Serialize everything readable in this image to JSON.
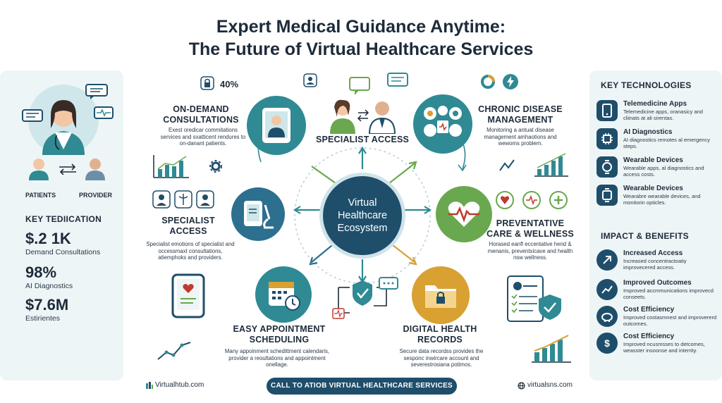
{
  "title": {
    "line1": "Expert Medical Guidance Anytime:",
    "line2": "The Future of Virtual Healthcare Services"
  },
  "left": {
    "patients_label": "PATIENTS",
    "provider_label": "PROVIDER",
    "key_heading": "KEY TEDIICATION",
    "stats": [
      {
        "value": "$.2 1K",
        "label": "Demand Consultations"
      },
      {
        "value": "98%",
        "label": "AI Diagnostics"
      },
      {
        "value": "$7.6M",
        "label": "Estirientes"
      }
    ]
  },
  "hub": {
    "label": "Virtual Healthcare Ecosystem"
  },
  "top_badge": {
    "percent": "40%"
  },
  "sections": {
    "on_demand": {
      "title": "ON-DEMAND CONSULTATIONS",
      "desc": "Exest oredicar commitations services and sxatticent rendures to on-danant patients."
    },
    "specialist_top": {
      "title": "SPECIALIST ACCESS"
    },
    "chronic": {
      "title": "CHRONIC DISEASE MANAGEMENT",
      "desc": "Monitoring a antuat disease management amhaotions and wewoms problem."
    },
    "specialist_left": {
      "title": "SPECIALIST ACCESS",
      "desc": "Specialist emotions of specialist and occessmaxt consultations, atiemphoks and providers."
    },
    "preventive": {
      "title": "PREVENTATIVE CARE & WELLNESS",
      "desc": "Horased eanfl eccentative hend & menanis, preventxicave and health nsw wellness."
    },
    "scheduling": {
      "title": "EASY APPOINTMENT SCHEDULING",
      "desc": "Many appoinment schedittment calendaris, provider a reoultations and appointment onellage."
    },
    "records": {
      "title": "DIGITAL HEALTH RECORDS",
      "desc": "Secure data recordss provides the sesponc inwircare account and severestrosiana potimos."
    }
  },
  "right": {
    "tech_heading": "KEY TECHNOLOGIES",
    "tech": [
      {
        "title": "Telemedicine Apps",
        "desc": "Telemedicine apps, oranasicy and cliinats at ali sirentas.",
        "icon": "phone-icon"
      },
      {
        "title": "AI Diagnostics",
        "desc": "AI diagnostics remotes al emergency steps.",
        "icon": "chip-icon"
      },
      {
        "title": "Wearable Devices",
        "desc": "Wearable apps, al diagnostics and access costs.",
        "icon": "watch-icon"
      },
      {
        "title": "Wearable Devices",
        "desc": "Wearabre wearable devices, and monitorin opticles.",
        "icon": "smartwatch-icon"
      }
    ],
    "impact_heading": "IMPACT & BENEFITS",
    "impact": [
      {
        "title": "Increased Access",
        "desc": "Increased concentractoatiy improvecered access.",
        "icon": "arrow-up-icon"
      },
      {
        "title": "Improved Outcomes",
        "desc": "Improved accmmunications improvecd conseets.",
        "icon": "trend-icon"
      },
      {
        "title": "Cost Efficiency",
        "desc": "Improved costasmnest and improvererd outcomes.",
        "icon": "piggy-icon"
      },
      {
        "title": "Cost Efficiency",
        "desc": "Improved ncusmsses to detcomes, weasster insoonse and interrity.",
        "icon": "dollar-icon"
      }
    ]
  },
  "footer": {
    "left_site": "Virtualhtub.com",
    "cta": "CALL TO ATIOB VIRTUAL HEALTHCARE SERVICES",
    "right_site": "virtualsns.com"
  },
  "colors": {
    "navy": "#1f4e6b",
    "teal": "#2f8a94",
    "green": "#6aa84f",
    "gold": "#d9a032",
    "panel": "#eef5f6"
  }
}
